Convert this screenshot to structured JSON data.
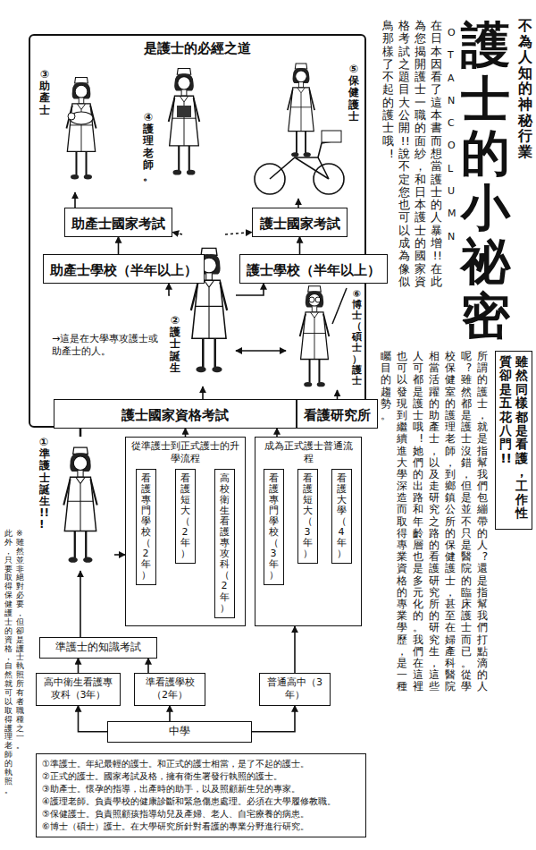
{
  "diagram": {
    "title": "護士的小祕密",
    "nodes": [
      {
        "text": [
          "是護士的必經之道"
        ]
      },
      {
        "text": [
          "③助產士"
        ],
        "in": 0
      },
      {
        "text": [
          "④護理老師。"
        ],
        "in": 0
      },
      {
        "text": [
          "⑤保健護士"
        ],
        "in": 0
      },
      {
        "text": [
          "助產士國家考試"
        ],
        "in": 0
      },
      {
        "text": [
          "護士國家考試"
        ],
        "in": 0
      },
      {
        "text": [
          "助產士學校（半年以上）"
        ],
        "in": 0
      },
      {
        "text": [
          "②護士誕生"
        ],
        "in": 0
      },
      {
        "text": [
          "護士學校（半年以上）"
        ],
        "in": 0
      },
      {
        "text": [
          "⑥博士（碩士）護士"
        ],
        "in": 0
      },
      {
        "text": [
          "護士國家資格考試"
        ],
        "in": 0
      },
      {
        "text": [
          "看護研究所"
        ],
        "in": 0
      },
      {
        "text": [
          "①準護士誕生!!!"
        ]
      },
      {
        "text": [
          "從準護士到正式護士的升學流程"
        ]
      },
      {
        "text": [
          "看護專門學校（2年）"
        ],
        "in": 13
      },
      {
        "text": [
          "看護短大（2年）"
        ],
        "in": 13
      },
      {
        "text": [
          "高校衛生看護專攻科（2年）"
        ],
        "in": 13
      },
      {
        "text": [
          "成為正式護士普通流程"
        ]
      },
      {
        "text": [
          "看護專門學校（3年）"
        ],
        "in": 17
      },
      {
        "text": [
          "看護短大（3年）"
        ],
        "in": 17
      },
      {
        "text": [
          "看護大學（4年）"
        ],
        "in": 17
      },
      {
        "text": [
          "準護士的知識考試"
        ]
      },
      {
        "text": [
          "高中衛生看護專攻科（3年）"
        ]
      },
      {
        "text": [
          "準看護學校（2年）"
        ]
      },
      {
        "text": [
          "普通高中（3年）"
        ]
      },
      {
        "text": [
          "中學"
        ]
      },
      {
        "text": [
          "①準護士。年紀最輕的護士。和正式的護士相當，是了不起的護士。",
          "②正式的護士。國家考試及格，擁有衛生署發行執照的護士。",
          "③助產士。懷孕的指導，出產時的助手，以及照顧新生兒的專家。",
          "④護理老師。負責學校的健康診斷和緊急傷患處理。必須在大學履修教職。",
          "⑤保健護士。負責照顧孩指導幼兒及產婦、老人、自宅療養的病患。",
          "⑥博士（碩士）護士。在大學研究所針對看護的專業分野進行研究。"
        ]
      },
      {
        "text": [
          "雖然同樣都是看護，工作性質卻是五花八門!!"
        ]
      }
    ],
    "edges": [
      {
        "from": 25,
        "to": 22,
        "arrow": "to"
      },
      {
        "from": 25,
        "to": 23,
        "arrow": "to"
      },
      {
        "from": 25,
        "to": 24,
        "arrow": "to"
      },
      {
        "from": 22,
        "to": 21,
        "arrow": "to"
      },
      {
        "from": 23,
        "to": 21,
        "arrow": "to"
      },
      {
        "from": 21,
        "to": 12,
        "arrow": "to"
      },
      {
        "from": 12,
        "to": 13,
        "arrow": "to"
      },
      {
        "from": 24,
        "to": 17,
        "arrow": "to"
      },
      {
        "from": 13,
        "to": 10,
        "arrow": "to"
      },
      {
        "from": 17,
        "to": 10,
        "arrow": "to"
      },
      {
        "from": 10,
        "to": 7,
        "arrow": "to"
      },
      {
        "from": 7,
        "to": 9,
        "arrow": "both"
      },
      {
        "from": 11,
        "to": 9,
        "arrow": "to"
      },
      {
        "from": 7,
        "to": 6,
        "arrow": "to"
      },
      {
        "from": 7,
        "to": 8,
        "arrow": "to"
      },
      {
        "from": 6,
        "to": 4,
        "arrow": "to"
      },
      {
        "from": 8,
        "to": 5,
        "arrow": "to"
      },
      {
        "from": 4,
        "to": 1,
        "arrow": "to"
      },
      {
        "from": 5,
        "to": 3,
        "arrow": "to"
      },
      {
        "from": 7,
        "to": 4,
        "arrow": "to"
      },
      {
        "from": 7,
        "to": 5,
        "arrow": "to"
      },
      {
        "from": 12,
        "to": 0,
        "arrow": "none"
      }
    ],
    "labels": [
      "不為人知的神秘行業",
      "OTANCOLUMN",
      "在日本因看了這本書而想當護士的人暴增!!在此為您揭開護士一職的面紗，和日本護士的國家資格考試之題目大公開!!說不定您也可以成為像似鳥那樣了不起的護士哦!",
      "→這是在大學專攻護士或助產士的人。",
      "※雖然並非絕對必要，但卻是護士執照所有者職種之一。",
      "此外，只要取得保健護士的資格，自然就可以取得護理老師的執照。",
      "所謂的護士，就是指幫我們包繃帶的人?還是指幫我們打點滴的人呢?雖然都是護士沒錯，但是並不只是醫院的臨床護士而已。從學校保健室的護理老師，到鄉鎮公所的保健護士，甚至在婦產科醫院相當活躍的助產士，以及走研究之路的看護研究所的研究生，這些人可都是護士哦!她們的出路和年齡層也是多元化的。我們在這裡也可以發現到繼續進大學深造而取得專業資格的專業學歷，是一種矚目的趨勢。"
    ]
  }
}
